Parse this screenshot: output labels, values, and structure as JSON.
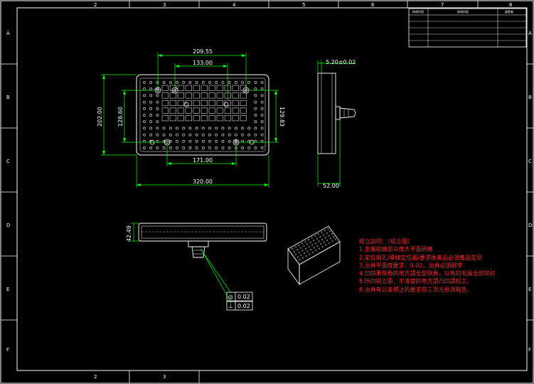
{
  "zones": {
    "top": [
      "2",
      "3",
      "4",
      "5",
      "6",
      "7",
      "8"
    ],
    "bottom": [
      "2",
      "3"
    ],
    "left": [
      "A",
      "B",
      "C",
      "D",
      "E",
      "F"
    ],
    "right": [
      "A",
      "B",
      "C",
      "D",
      "E",
      "F"
    ]
  },
  "title_block": {
    "headers": [
      "修改內容",
      "修改內容",
      "變更者"
    ]
  },
  "dimensions": {
    "top_width": "209.55",
    "top_inner": "133.00",
    "left_height": "202.00",
    "left_inner": "128.60",
    "right_height": "129.83",
    "bottom_inner": "171.00",
    "bottom_total": "320.00",
    "side_thickness": "5.20±0.02",
    "side_depth": "52.00",
    "front_height": "42.49"
  },
  "tolerances": [
    {
      "symbol": "◎",
      "value": "0.02"
    },
    {
      "symbol": "⊥",
      "value": "0.02"
    }
  ],
  "notes": {
    "title": "組立說明：（組立圖）",
    "items": [
      "1.金屬組線部以應大平面研磨",
      "2.定位銷孔/導線定位面/要求後產品必須應品定到",
      "3.治具平面度要求：0.02。治具必須剛李",
      "4.凹四果倒角的地方請全部倒角，以免的毛屑全部除好",
      "5.所凹組立面，不清楚的地方請凸凹請組工。",
      "6.治具有公差標注的要求符三次元檢測報告。"
    ]
  },
  "colors": {
    "background": "#000000",
    "outline": "#ffffff",
    "dimension": "#00ff00",
    "notes": "#ff2a2a"
  }
}
